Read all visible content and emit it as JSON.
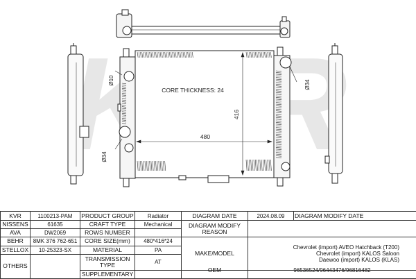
{
  "watermark": "KVR",
  "drawing": {
    "core_thickness": "CORE THICKNESS: 24",
    "width_dim": "480",
    "height_dim": "416",
    "dia_10": "Ø10",
    "dia_34_left": "Ø34",
    "dia_34_right": "Ø34"
  },
  "table": {
    "r1": {
      "k": "KVR",
      "kv": "1100213-PAM",
      "pg": "PRODUCT GROUP",
      "pgv": "Radiator",
      "dd": "DIAGRAM DATE",
      "ddv": "2024.08.09",
      "dmd": "DIAGRAM MODIFY DATE"
    },
    "r2": {
      "k": "NISSENS",
      "kv": "61635",
      "ct": "CRAFT TYPE",
      "ctv": "Mechanical",
      "dmr": "DIAGRAM MODIFY REASON"
    },
    "r3": {
      "k": "AVA",
      "kv": "DW2069",
      "rn": "ROWS NUMBER"
    },
    "r4": {
      "k": "BEHR",
      "kv": "8MK 376 762-651",
      "cs": "CORE SIZE(mm)",
      "csv": "480*416*24",
      "mm": "MAKE/MODEL",
      "models": [
        "Chevrolet (import) AVEO Hatchback (T200)",
        "Chevrolet (import) KALOS Saloon",
        "Daewoo (import) KALOS (KLAS)"
      ]
    },
    "r5": {
      "k": "STELLOX",
      "kv": "10-25323-SX",
      "mat": "MATERIAL",
      "matv": "PA"
    },
    "r6": {
      "k": "OTHERS",
      "tt": "TRANSMISSION TYPE",
      "ttv": "AT",
      "oem": "OEM",
      "oemv": "96536524/96443476/96816482"
    },
    "r7": {
      "sup": "SUPPLEMENTARY"
    }
  }
}
